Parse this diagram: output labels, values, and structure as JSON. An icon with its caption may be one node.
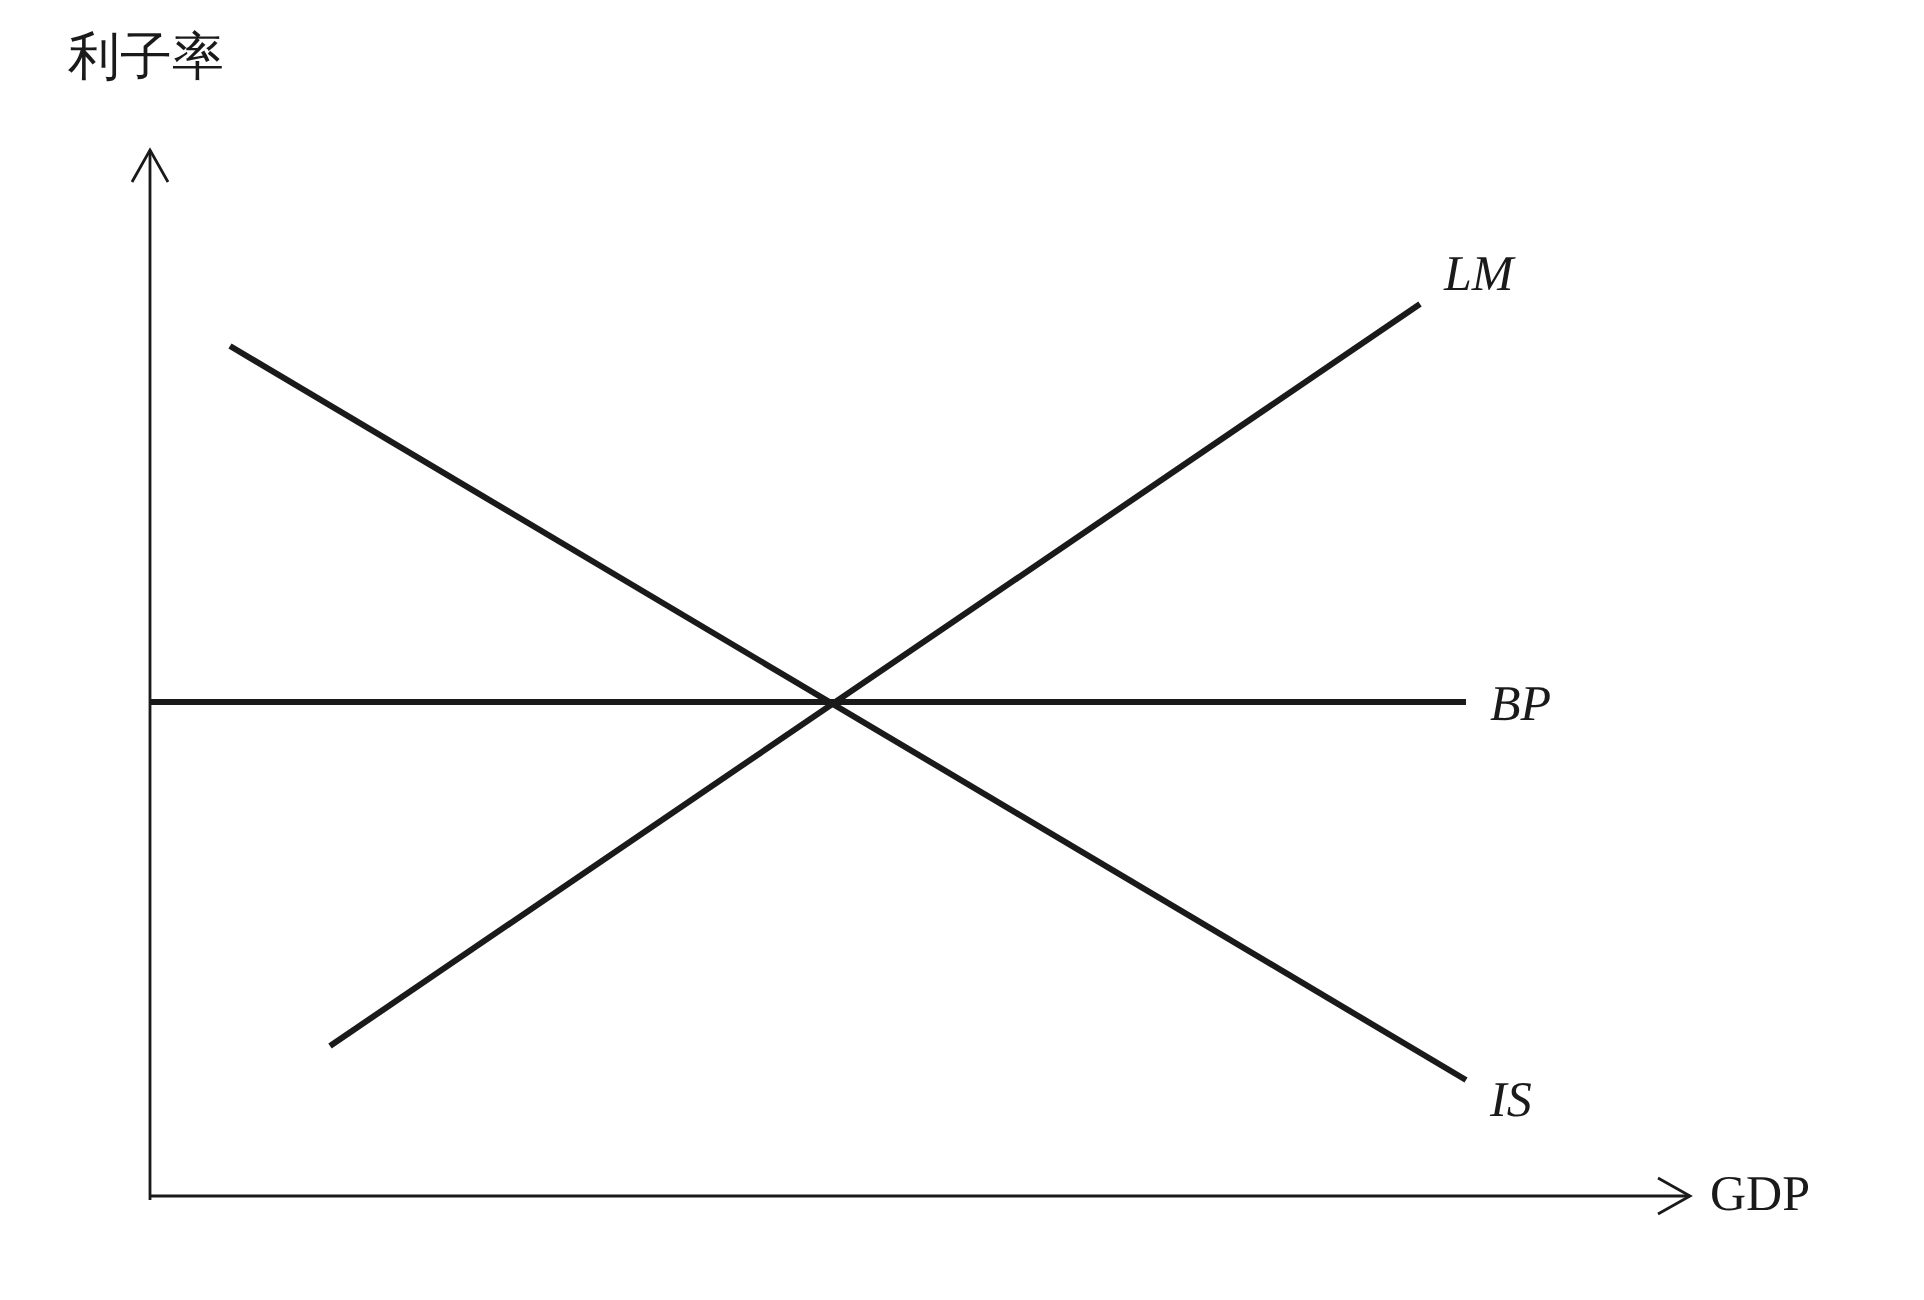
{
  "diagram": {
    "labels": [
      "利子率",
      "LM",
      "BP",
      "IS",
      "GDP"
    ]
  }
}
